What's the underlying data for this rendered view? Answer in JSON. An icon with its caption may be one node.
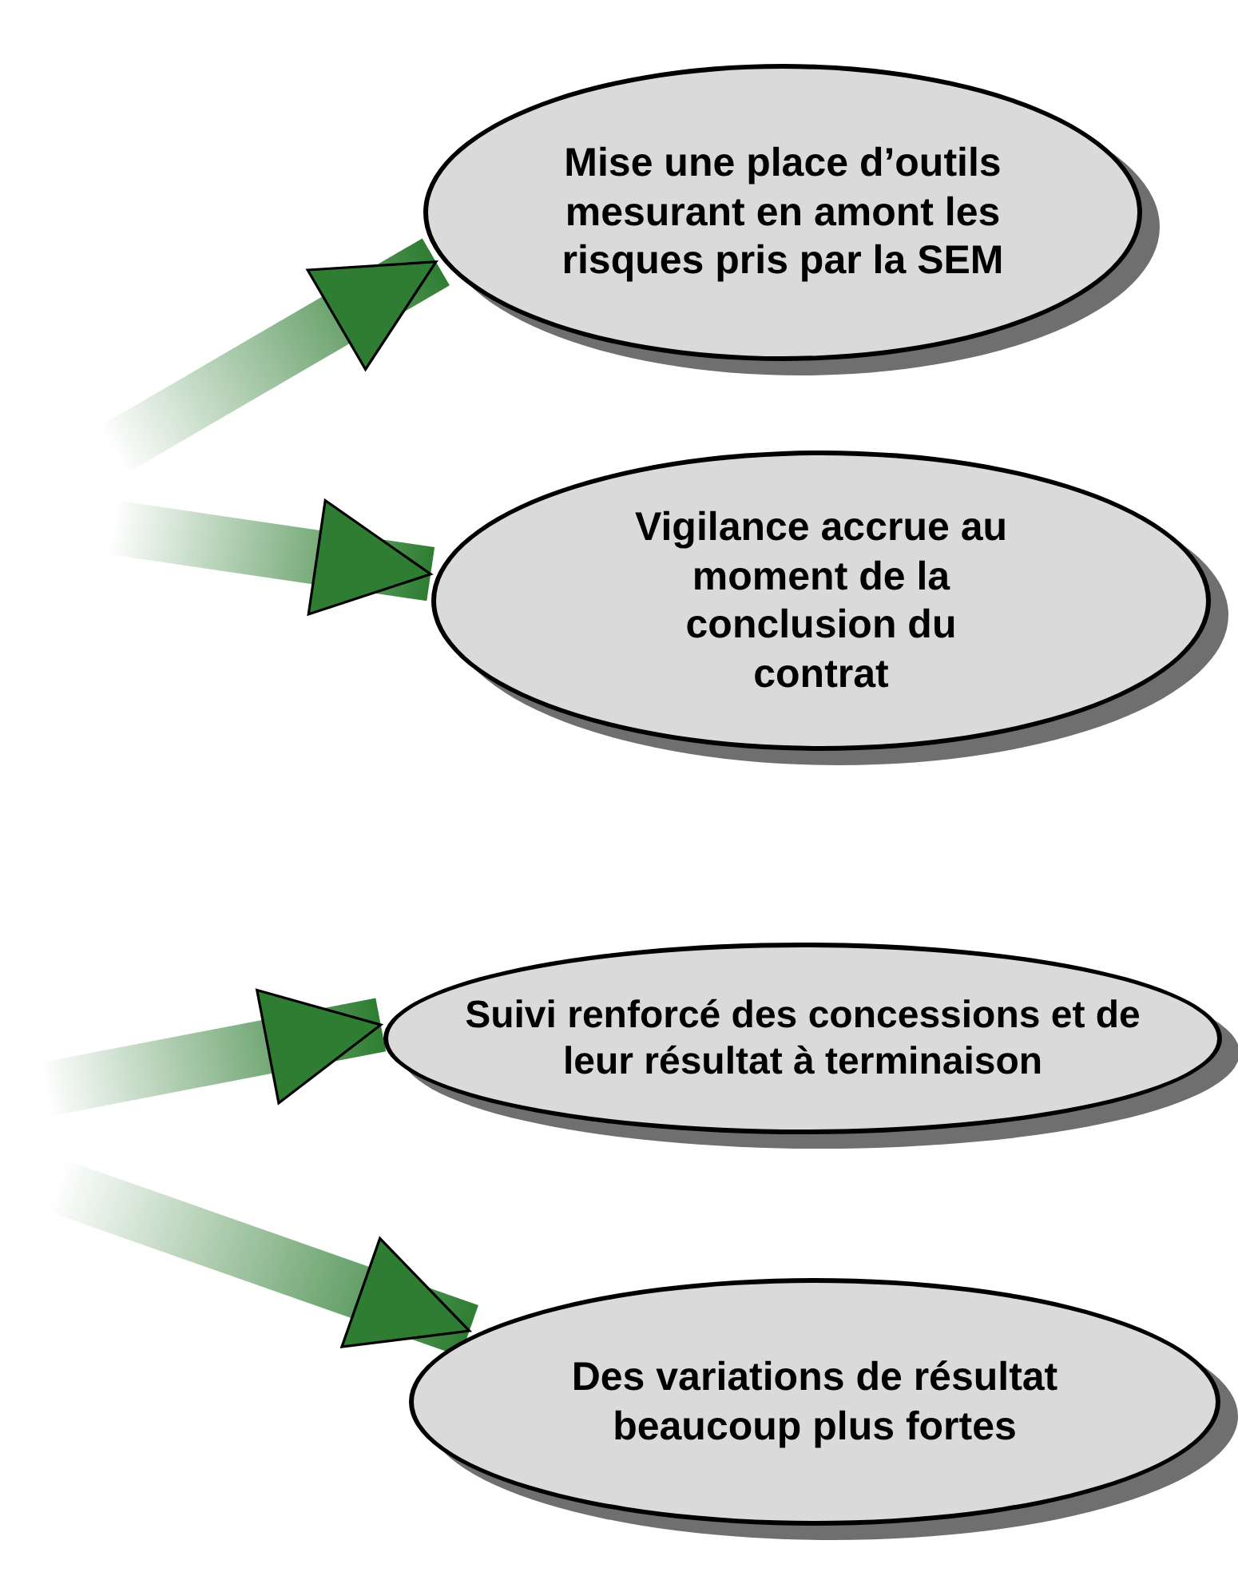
{
  "diagram": {
    "nodes": [
      {
        "text": [
          "Mise une place d’outils mesurant en amont les risques pris par la SEM"
        ]
      },
      {
        "text": [
          "Vigilance accrue au moment de la conclusion du contrat"
        ]
      },
      {
        "text": [
          "Suivi renforcé des concessions et de leur résultat à terminaison"
        ]
      },
      {
        "text": [
          "Des variations de résultat beaucoup plus fortes"
        ]
      }
    ],
    "edges": [
      {
        "from": null,
        "to": 0,
        "arrow": "to"
      },
      {
        "from": null,
        "to": 1,
        "arrow": "to"
      },
      {
        "from": null,
        "to": 2,
        "arrow": "to"
      },
      {
        "from": null,
        "to": 3,
        "arrow": "to"
      }
    ]
  }
}
